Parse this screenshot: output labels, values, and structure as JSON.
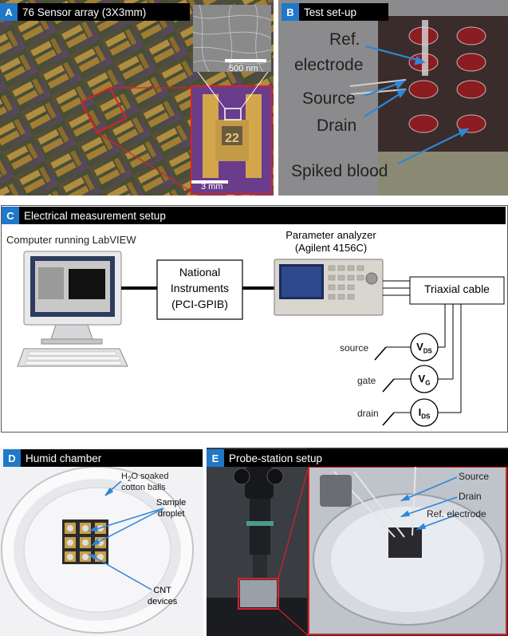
{
  "panels": {
    "a": {
      "letter": "A",
      "title": "76 Sensor array (3X3mm)",
      "scale_inset": "500 nm",
      "scale_device": "3 mm"
    },
    "b": {
      "letter": "B",
      "title": "Test set-up",
      "labels": [
        "Ref.",
        "electrode",
        "Source",
        "Drain",
        "Spiked blood"
      ]
    },
    "c": {
      "letter": "C",
      "title": "Electrical measurement setup",
      "computer": "Computer running LabVIEW",
      "ni_box": [
        "National",
        "Instruments",
        "(PCI-GPIB)"
      ],
      "analyzer": [
        "Parameter analyzer",
        "(Agilent 4156C)"
      ],
      "cable": "Triaxial cable",
      "terminals": [
        "source",
        "gate",
        "drain"
      ],
      "meters": [
        {
          "main": "V",
          "sub": "DS"
        },
        {
          "main": "V",
          "sub": "G"
        },
        {
          "main": "I",
          "sub": "DS"
        }
      ]
    },
    "d": {
      "letter": "D",
      "title": "Humid chamber",
      "h2o": [
        "H",
        "2",
        "O soaked"
      ],
      "cotton": "cotton balls",
      "sample": [
        "Sample",
        "droplet"
      ],
      "cnt": [
        "CNT",
        "devices"
      ]
    },
    "e": {
      "letter": "E",
      "title": "Probe-station setup",
      "labels": [
        "Source",
        "Drain",
        "Ref. electrode"
      ]
    }
  },
  "colors": {
    "accent": "#1f78c8",
    "arrow": "#2f86d6",
    "highlight": "#d8202a"
  }
}
